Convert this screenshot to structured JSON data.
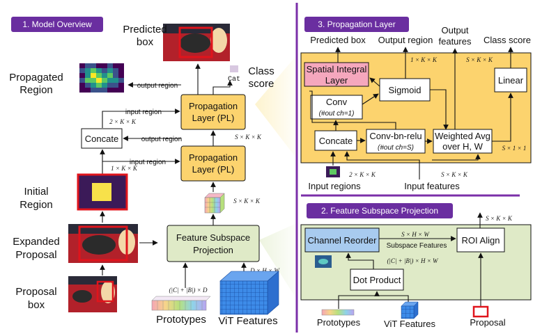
{
  "overview": {
    "title": "1. Model Overview",
    "predicted_box": [
      "Predicted",
      "box"
    ],
    "class_score": [
      "Class",
      "score"
    ],
    "cat_label": "Cat",
    "propagated_region": [
      "Propagated",
      "Region"
    ],
    "output_region_1": "output region",
    "input_region_1": "input region",
    "output_region_2": "output region",
    "input_region_2": "input region",
    "pl_label": [
      "Propagation",
      "Layer (PL)"
    ],
    "concate": "Concate",
    "dim_2kk": "2 × K × K",
    "dim_1kk": "1 × K × K",
    "dim_skk_1": "S × K × K",
    "dim_skk_2": "S × K × K",
    "initial_region": [
      "Initial",
      "Region"
    ],
    "expanded_proposal": [
      "Expanded",
      "Proposal"
    ],
    "proposal_box": [
      "Proposal",
      "box"
    ],
    "fsp_label": [
      "Feature Subspace",
      "Projection"
    ],
    "dim_cbd": "(|C| + |B|) × D",
    "dim_dhw": "D × H × W",
    "prototypes": "Prototypes",
    "vit_features": "ViT Features"
  },
  "propagation": {
    "title": "3. Propagation Layer",
    "predicted_box": "Predicted box",
    "output_region": "Output region",
    "output_features": [
      "Output",
      "features"
    ],
    "class_score": "Class score",
    "dim_1kk": "1 × K × K",
    "dim_skk": "S × K × K",
    "spatial_integral": [
      "Spatial Integral",
      "Layer"
    ],
    "sigmoid": "Sigmoid",
    "linear": "Linear",
    "conv": [
      "Conv",
      "(#out ch=1)"
    ],
    "concate": "Concate",
    "conv_bn_relu": [
      "Conv-bn-relu",
      "(#out ch=S)"
    ],
    "weighted_avg": [
      "Weighted Avg",
      "over H, W"
    ],
    "dim_s11": "S × 1 × 1",
    "dim_2kk": "2 × K × K",
    "dim_skk_in": "S × K × K",
    "input_regions": "Input regions",
    "input_features": "Input features"
  },
  "subspace": {
    "title": "2. Feature Subspace Projection",
    "dim_skk": "S × K × K",
    "dim_shw": "S × H × W",
    "subspace_features": "Subspace Features",
    "channel_reorder": "Channel Reorder",
    "roi_align": "ROI Align",
    "dim_cbhw": "(|C| + |B|) × H × W",
    "dot_product": "Dot Product",
    "prototypes": "Prototypes",
    "vit_features": "ViT Features",
    "proposal": "Proposal"
  },
  "colors": {
    "title_bg": "#6a2ea0",
    "pl_fill": "#fcd36e",
    "fsp_fill": "#dfeac7",
    "panel_border": "#7a2fa8",
    "red": "#e0141c",
    "blue_box": "#a8cbef"
  }
}
